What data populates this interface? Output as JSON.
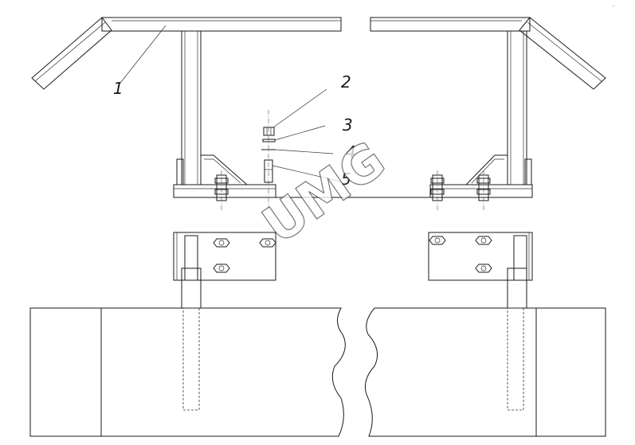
{
  "callouts": {
    "part1": "1",
    "part2": "2",
    "part3": "3",
    "part4": "4",
    "part5": "5"
  },
  "watermark": "UMG",
  "corner_mark": "···",
  "colors": {
    "line": "#1a1a1a",
    "background": "#ffffff",
    "watermark_outline": "#4a4a4a"
  }
}
